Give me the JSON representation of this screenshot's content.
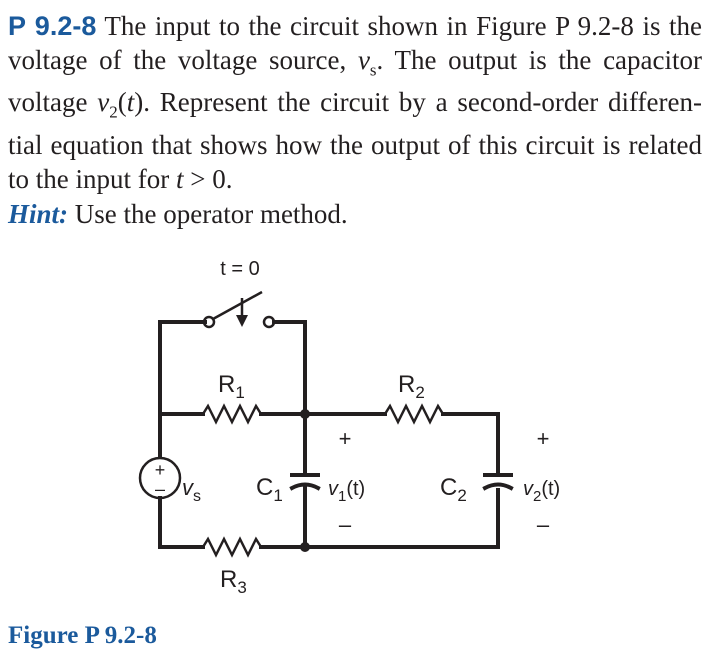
{
  "problem": {
    "number": "P 9.2-8",
    "text_1": " The input to the circuit shown in Figure P 9.2-8 is the voltage of the voltage source, ",
    "vs_var": "v",
    "vs_sub": "s",
    "text_2": ". The output is the capacitor voltage ",
    "v2_var": "v",
    "v2_sub": "2",
    "text_3": "(",
    "t_var": "t",
    "text_4": "). Represent the circuit by a second-order differen-tial equation that shows how the output of this circuit is related to the input for ",
    "t_var2": "t",
    "text_5": " > 0."
  },
  "hint": {
    "label": "Hint:",
    "text": " Use the operator method."
  },
  "figure": {
    "caption": "Figure P 9.2-8",
    "switch_label": "t = 0",
    "r1": {
      "letter": "R",
      "sub": "1"
    },
    "r2": {
      "letter": "R",
      "sub": "2"
    },
    "r3": {
      "letter": "R",
      "sub": "3"
    },
    "c1": {
      "letter": "C",
      "sub": "1"
    },
    "c2": {
      "letter": "C",
      "sub": "2"
    },
    "vs": {
      "letter": "v",
      "sub": "s"
    },
    "v1": {
      "letter": "v",
      "sub": "1",
      "arg": "(t)"
    },
    "v2": {
      "letter": "v",
      "sub": "2",
      "arg": "(t)"
    },
    "plus": "+",
    "minus": "–"
  }
}
